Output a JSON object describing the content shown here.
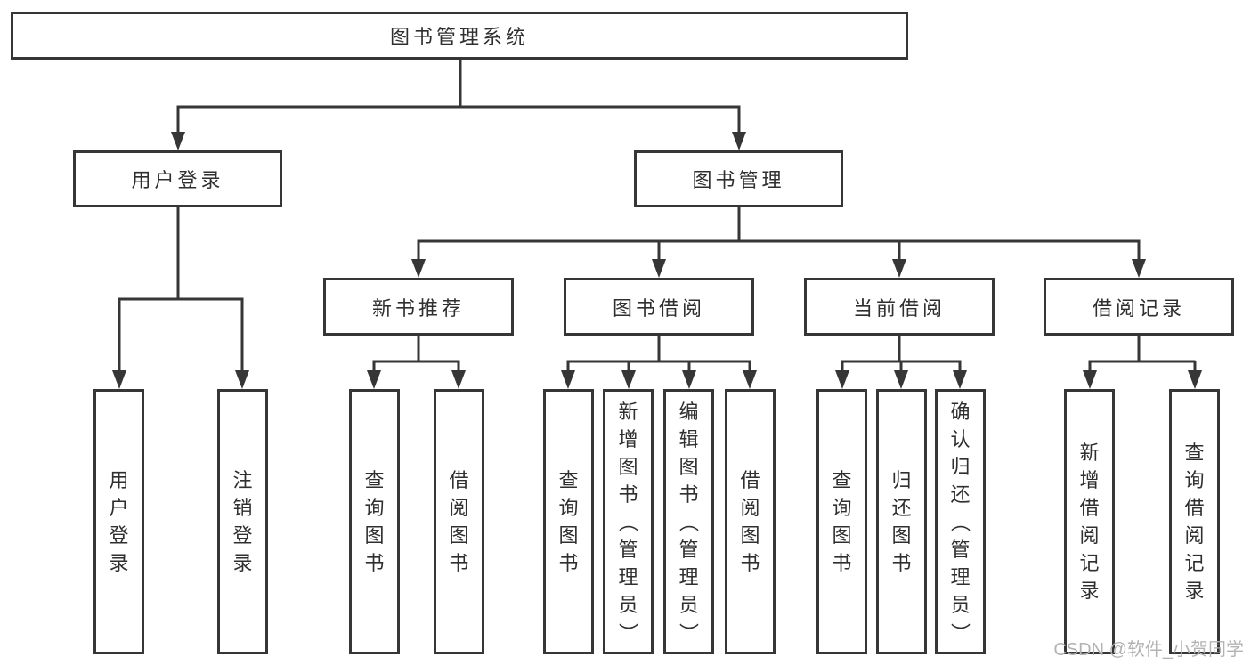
{
  "diagram": {
    "root": {
      "label": "图书管理系统"
    },
    "level2": [
      {
        "label": "用户登录",
        "children": [
          {
            "label": "用户登录"
          },
          {
            "label": "注销登录"
          }
        ]
      },
      {
        "label": "图书管理",
        "children": [
          {
            "label": "新书推荐",
            "children": [
              {
                "label": "查询图书"
              },
              {
                "label": "借阅图书"
              }
            ]
          },
          {
            "label": "图书借阅",
            "children": [
              {
                "label": "查询图书"
              },
              {
                "label": "新增图书（管理员）"
              },
              {
                "label": "编辑图书（管理员）"
              },
              {
                "label": "借阅图书"
              }
            ]
          },
          {
            "label": "当前借阅",
            "children": [
              {
                "label": "查询图书"
              },
              {
                "label": "归还图书"
              },
              {
                "label": "确认归还（管理员）"
              }
            ]
          },
          {
            "label": "借阅记录",
            "children": [
              {
                "label": "新增借阅记录"
              },
              {
                "label": "查询借阅记录"
              }
            ]
          }
        ]
      }
    ]
  },
  "watermark": {
    "text": "CSDN @软件_小贺同学"
  },
  "colors": {
    "line": "#363636",
    "text": "#2f2f2f",
    "background": "#ffffff",
    "watermark": "#b3b3b3"
  }
}
